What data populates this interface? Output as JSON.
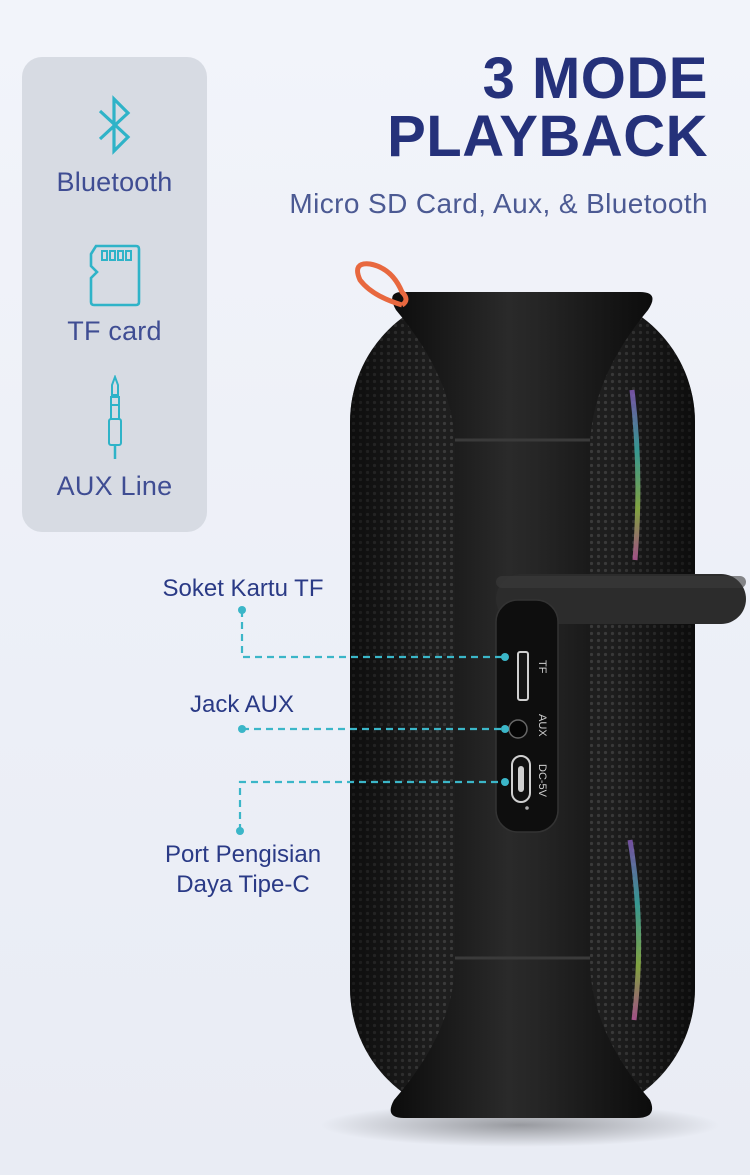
{
  "headline": {
    "line1": "3 MODE",
    "line2": "PLAYBACK",
    "subtitle": "Micro SD Card, Aux, & Bluetooth"
  },
  "modes": [
    {
      "label": "Bluetooth",
      "icon": "bluetooth-icon"
    },
    {
      "label": "TF card",
      "icon": "sd-card-icon"
    },
    {
      "label": "AUX Line",
      "icon": "aux-plug-icon"
    }
  ],
  "callouts": {
    "tf_slot": "Soket Kartu TF",
    "aux_jack": "Jack AUX",
    "charging_port_line1": "Port Pengisian",
    "charging_port_line2": "Daya Tipe-C"
  },
  "port_panel": {
    "tf": "TF",
    "aux": "AUX",
    "dc": "DC-5V"
  },
  "colors": {
    "accent_dark": "#25317a",
    "accent_text": "#3f4d93",
    "icon_teal": "#2fb3c8",
    "callout_line": "#3bb6c8",
    "strap": "#e8683f",
    "speaker_body": "#1b1b1b"
  }
}
